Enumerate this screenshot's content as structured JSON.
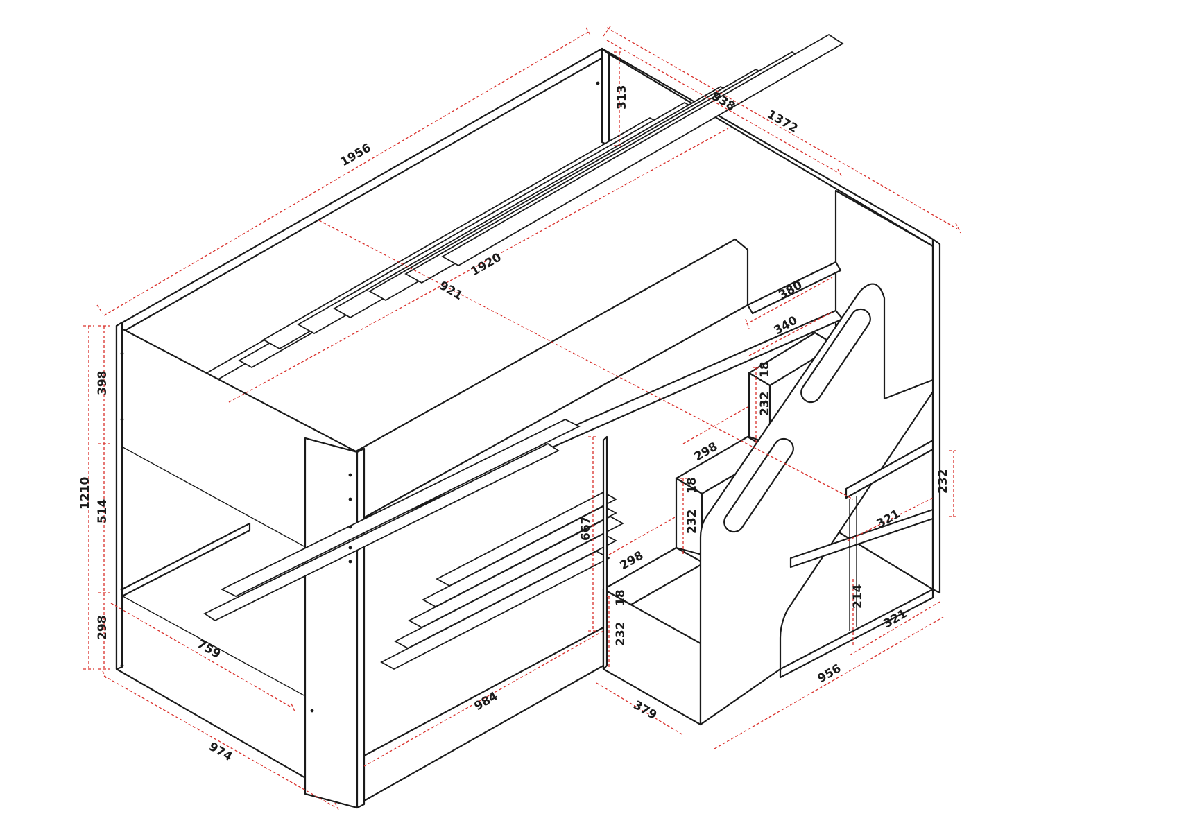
{
  "colors": {
    "ink": "#1a1a1a",
    "dimension": "#d9302b",
    "background": "#ffffff"
  },
  "drawing": {
    "subject": "bunk bed with staircase",
    "units": "mm"
  },
  "dimensions": {
    "overall_length": "1956",
    "upper_depth": "938",
    "overall_depth": "1372",
    "top_rail_height": "313",
    "mattress_length": "1920",
    "mattress_width": "921",
    "rail_gap": "380",
    "stair_width": "340",
    "overall_height": "1210",
    "upper_panel": "398",
    "lower_clearance": "514",
    "base_height": "298",
    "lower_inner_width": "759",
    "lower_length": "984",
    "base_width": "974",
    "under_bed_height": "667",
    "step1_depth": "298",
    "step1_thickness": "18",
    "step1_rise": "232",
    "step2_depth": "298",
    "step2_thickness": "18",
    "step2_rise": "232",
    "step3_thickness": "18",
    "step3_rise": "232",
    "side_shelf_height": "232",
    "shelf_depth_upper": "321",
    "shelf_height_lower": "214",
    "shelf_depth_lower": "321",
    "stair_unit_depth": "379",
    "stair_unit_length": "956"
  }
}
